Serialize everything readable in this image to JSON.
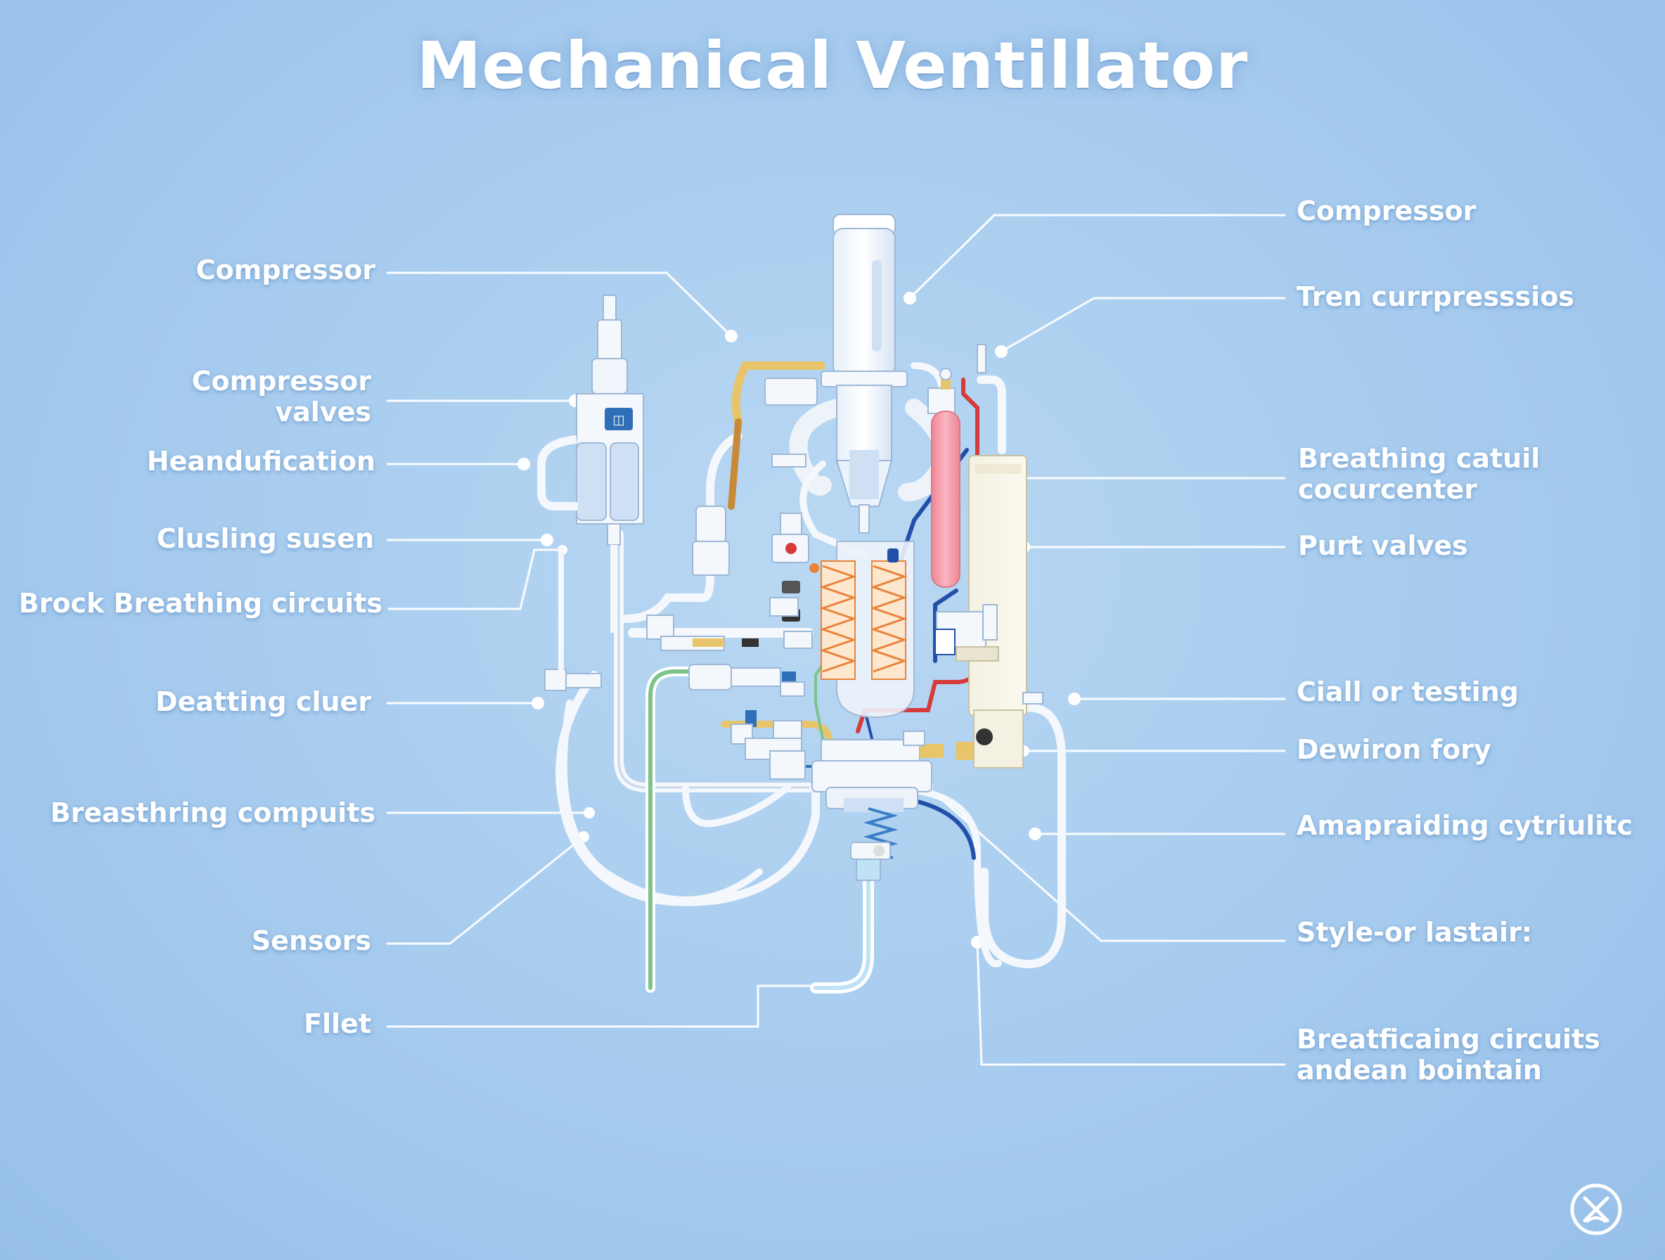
{
  "title": "Mechanical Ventillator",
  "labels_left": [
    {
      "id": "compressor",
      "text": "Compressor"
    },
    {
      "id": "compressor-valves",
      "lines": [
        "Compressor",
        "valves"
      ]
    },
    {
      "id": "heandufication",
      "text": "Heandufication"
    },
    {
      "id": "clusling-susen",
      "text": "Clusling susen"
    },
    {
      "id": "brock-breathing-circuits",
      "text": "Brock Breathing circuits"
    },
    {
      "id": "deatting-cluer",
      "text": "Deatting cluer"
    },
    {
      "id": "breasthring-compuits",
      "text": "Breasthring compuits"
    },
    {
      "id": "sensors",
      "text": "Sensors"
    },
    {
      "id": "fllet",
      "text": "Fllet"
    }
  ],
  "labels_right": [
    {
      "id": "compressor-right",
      "text": "Compressor"
    },
    {
      "id": "tren-currpresssios",
      "text": "Tren currpresssios"
    },
    {
      "id": "breathing-catuil",
      "lines": [
        "Breathing catuil",
        "cocurcenter"
      ]
    },
    {
      "id": "purt-valves",
      "text": "Purt valves"
    },
    {
      "id": "ciall-or-testing",
      "text": "Ciall or testing"
    },
    {
      "id": "dewiron-fory",
      "text": "Dewiron fory"
    },
    {
      "id": "amapraiding-cytriulitc",
      "text": "Amapraiding cytriulitc"
    },
    {
      "id": "style-or-lastair",
      "text": "Style-or lastair:"
    },
    {
      "id": "breatficaing-circuits",
      "lines": [
        "Breatficaing circuits",
        "andean bointain"
      ]
    }
  ],
  "colors": {
    "background": "#a6cbee",
    "leader_line": "#ffffff",
    "tube": "#f4f7fb",
    "coil": "#e8843a",
    "red_tube": "#d63a3a",
    "blue_tube": "#2250a8",
    "green_tube": "#7cc48a",
    "pink_cylinder": "#f5a0ad",
    "yellow_tube": "#e8c56a"
  },
  "icons": {
    "corner": "close-badge-icon",
    "display": "display-screen-icon"
  }
}
